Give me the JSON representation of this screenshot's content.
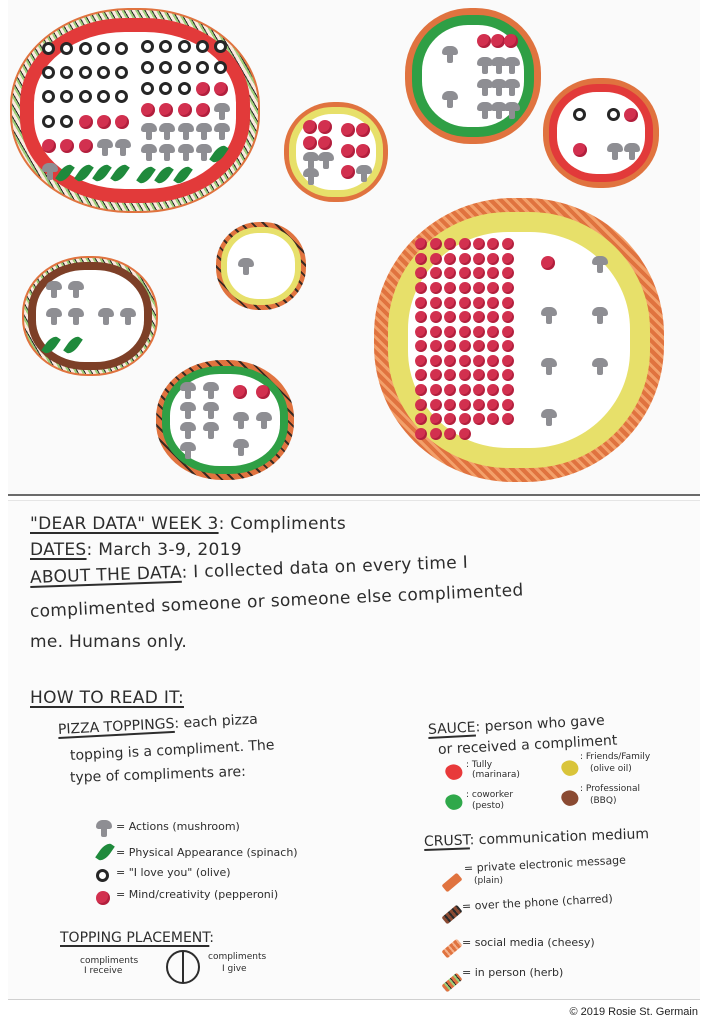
{
  "title": "\"DEAR DATA\" WEEK 3: Compliments",
  "header": {
    "title_label": "\"DEAR DATA\" WEEK 3",
    "title_value": ": Compliments",
    "dates_label": "DATES",
    "dates_value": ": March 3-9, 2019",
    "about_label": "ABOUT THE DATA",
    "about_line1": ": I collected data on every time I",
    "about_line2": "complimented someone or someone else complimented",
    "about_line3": "me. Humans only."
  },
  "how_to_read": {
    "heading": "HOW TO READ IT:",
    "toppings": {
      "label": "PIZZA TOPPINGS",
      "desc1": ": each pizza",
      "desc2": "topping is a compliment. The",
      "desc3": "type of compliments are:",
      "items": [
        {
          "icon": "mushroom-icon",
          "text": "= Actions (mushroom)"
        },
        {
          "icon": "spinach-icon",
          "text": "= Physical Appearance (spinach)"
        },
        {
          "icon": "olive-icon",
          "text": "= \"I love you\" (olive)"
        },
        {
          "icon": "pepperoni-icon",
          "text": "= Mind/creativity (pepperoni)"
        }
      ]
    },
    "placement": {
      "label": "TOPPING PLACEMENT",
      "colon": ":",
      "left_text1": "compliments",
      "left_text2": "I receive",
      "right_text1": "compliments",
      "right_text2": "I give"
    },
    "sauce": {
      "label": "SAUCE",
      "desc1": ": person who gave",
      "desc2": "or received a compliment",
      "items": [
        {
          "color": "#e8393a",
          "text1": ": Tully",
          "text2": "(marinara)"
        },
        {
          "color": "#d9c43a",
          "text1": ": Friends/Family",
          "text2": "(olive oil)"
        },
        {
          "color": "#2fa84a",
          "text1": ": coworker",
          "text2": "(pesto)"
        },
        {
          "color": "#8a4a32",
          "text1": ": Professional",
          "text2": "(BBQ)"
        }
      ]
    },
    "crust": {
      "label": "CRUST",
      "desc": ": communication medium",
      "items": [
        {
          "style": "plain",
          "text1": "= private electronic message",
          "text2": "(plain)"
        },
        {
          "style": "charred",
          "text1": "= over the phone (charred)",
          "text2": ""
        },
        {
          "style": "cheesy",
          "text1": "= social media (cheesy)",
          "text2": ""
        },
        {
          "style": "herb",
          "text1": "= in person (herb)",
          "text2": ""
        }
      ]
    }
  },
  "copyright": "© 2019 Rosie St. Germain",
  "colors": {
    "marinara": "#e23a3a",
    "pesto": "#2f9f45",
    "olive_oil": "#e7e06a",
    "bbq": "#7d3f27",
    "crust_orange": "#e0733f",
    "crust_herb_green": "#9dcf7a",
    "pepperoni": "#d2304f",
    "olive": "#262626",
    "spinach": "#1f8a3c",
    "mushroom": "#8e8e93"
  },
  "chart_data": {
    "type": "pictogram",
    "title": "\"DEAR DATA\" WEEK 3: Compliments",
    "subtitle": "March 3-9, 2019",
    "encoding": {
      "pizza": "person + medium combination",
      "sauce": {
        "Tully": "marinara",
        "coworker": "pesto",
        "Friends/Family": "olive oil",
        "Professional": "BBQ"
      },
      "crust": {
        "private electronic message": "plain",
        "over the phone": "charred",
        "social media": "cheesy",
        "in person": "herb"
      },
      "toppings": {
        "Actions": "mushroom",
        "Physical Appearance": "spinach",
        "I love you": "olive",
        "Mind/creativity": "pepperoni"
      },
      "placement": {
        "left": "compliments I receive",
        "right": "compliments I give"
      }
    },
    "series": [
      {
        "name": "Tully / in person",
        "sauce": "marinara",
        "crust": "herb",
        "received": {
          "mushroom": 3,
          "spinach": 4,
          "olive": 17,
          "pepperoni": 6
        },
        "given": {
          "mushroom": 10,
          "spinach": 4,
          "olive": 13,
          "pepperoni": 6
        }
      },
      {
        "name": "Friends/Family / private electronic message",
        "sauce": "olive oil",
        "crust": "plain",
        "received": {
          "mushroom": 3,
          "spinach": 0,
          "olive": 0,
          "pepperoni": 4
        },
        "given": {
          "mushroom": 1,
          "spinach": 0,
          "olive": 0,
          "pepperoni": 5
        }
      },
      {
        "name": "coworker / private electronic message",
        "sauce": "pesto",
        "crust": "plain",
        "received": {
          "mushroom": 2,
          "spinach": 0,
          "olive": 0,
          "pepperoni": 0
        },
        "given": {
          "mushroom": 9,
          "spinach": 0,
          "olive": 0,
          "pepperoni": 3
        }
      },
      {
        "name": "Tully / private electronic message",
        "sauce": "marinara",
        "crust": "plain",
        "received": {
          "mushroom": 0,
          "spinach": 0,
          "olive": 1,
          "pepperoni": 1
        },
        "given": {
          "mushroom": 2,
          "spinach": 0,
          "olive": 1,
          "pepperoni": 1
        }
      },
      {
        "name": "Friends/Family / over the phone",
        "sauce": "olive oil",
        "crust": "charred",
        "received": {
          "mushroom": 1,
          "spinach": 0,
          "olive": 0,
          "pepperoni": 0
        },
        "given": {
          "mushroom": 0,
          "spinach": 0,
          "olive": 0,
          "pepperoni": 0
        }
      },
      {
        "name": "Professional / in person",
        "sauce": "BBQ",
        "crust": "herb",
        "received": {
          "mushroom": 4,
          "spinach": 2,
          "olive": 0,
          "pepperoni": 0
        },
        "given": {
          "mushroom": 2,
          "spinach": 0,
          "olive": 0,
          "pepperoni": 0
        }
      },
      {
        "name": "coworker / over the phone",
        "sauce": "pesto",
        "crust": "charred",
        "received": {
          "mushroom": 7,
          "spinach": 0,
          "olive": 0,
          "pepperoni": 0
        },
        "given": {
          "mushroom": 3,
          "spinach": 0,
          "olive": 0,
          "pepperoni": 2
        }
      },
      {
        "name": "Friends/Family / social media",
        "sauce": "olive oil",
        "crust": "cheesy",
        "received": {
          "mushroom": 0,
          "spinach": 0,
          "olive": 0,
          "pepperoni": 95
        },
        "given": {
          "mushroom": 6,
          "spinach": 0,
          "olive": 0,
          "pepperoni": 1
        }
      }
    ]
  }
}
